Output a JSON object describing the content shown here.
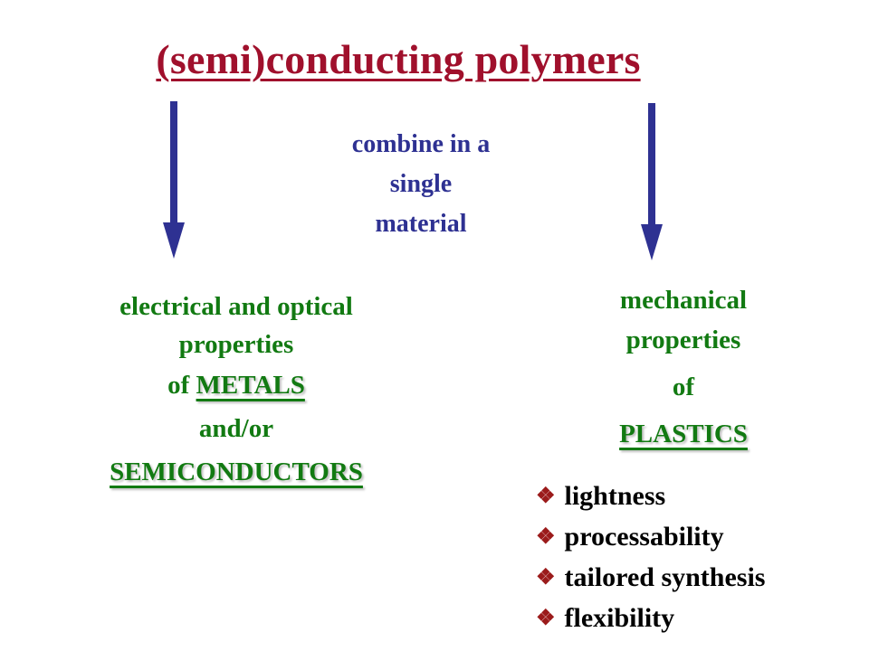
{
  "slide": {
    "title": "(semi)conducting polymers",
    "center_lines": [
      "combine in a",
      "single",
      "material"
    ],
    "left": {
      "line1": "electrical and optical",
      "line2": "properties",
      "line3_prefix": "of ",
      "line3_emph": "METALS",
      "line4": "and/or",
      "line5_emph": "SEMICONDUCTORS"
    },
    "right": {
      "line1": "mechanical",
      "line2": "properties",
      "line3": "of",
      "line4_emph": "PLASTICS"
    },
    "bullet_icon": "four-diamond-bullet-icon",
    "bullet_glyph": "❖",
    "bullets": [
      "lightness",
      "processability",
      "tailored synthesis",
      "flexibility"
    ],
    "colors": {
      "title": "#a0102c",
      "arrows_and_center": "#2e3192",
      "green_text": "#127a12",
      "bullet": "#9b1b1b",
      "bullet_text": "#000000"
    }
  }
}
